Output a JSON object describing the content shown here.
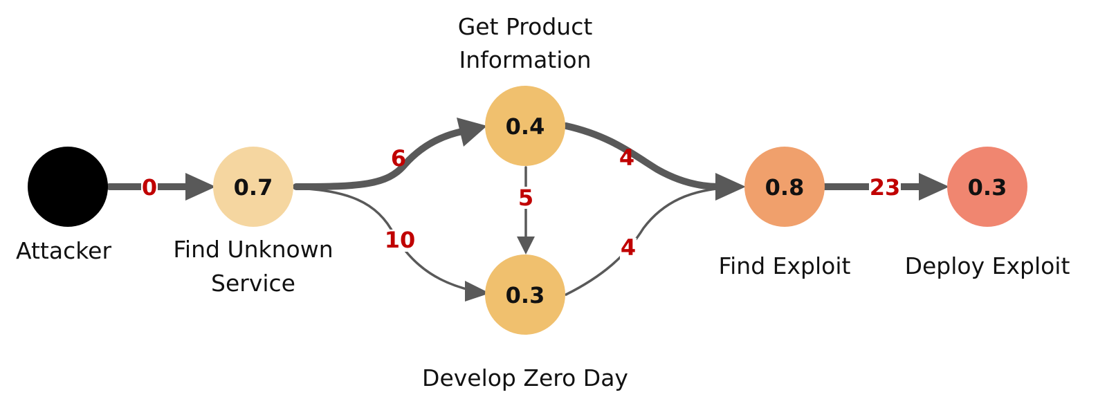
{
  "nodes": {
    "attacker": {
      "label": "Attacker",
      "value": "",
      "color": "#000000"
    },
    "find_unknown_service": {
      "label_lines": [
        "Find Unknown",
        "Service"
      ],
      "value": "0.7",
      "color": "#F5D6A0"
    },
    "get_product_information": {
      "label_lines": [
        "Get Product",
        "Information"
      ],
      "value": "0.4",
      "color": "#F0C06E"
    },
    "develop_zero_day": {
      "label": "Develop Zero Day",
      "value": "0.3",
      "color": "#F0C06E"
    },
    "find_exploit": {
      "label": "Find Exploit",
      "value": "0.8",
      "color": "#F0A06C"
    },
    "deploy_exploit": {
      "label": "Deploy Exploit",
      "value": "0.3",
      "color": "#F08670"
    }
  },
  "edges": {
    "attacker_to_find_unknown_service": "0",
    "find_unknown_service_to_get_product_information": "6",
    "find_unknown_service_to_develop_zero_day": "10",
    "get_product_information_to_develop_zero_day": "5",
    "get_product_information_to_find_exploit": "4",
    "develop_zero_day_to_find_exploit": "4",
    "find_exploit_to_deploy_exploit": "23"
  },
  "colors": {
    "edge": "#595959",
    "edge_weight": "#C00000"
  }
}
